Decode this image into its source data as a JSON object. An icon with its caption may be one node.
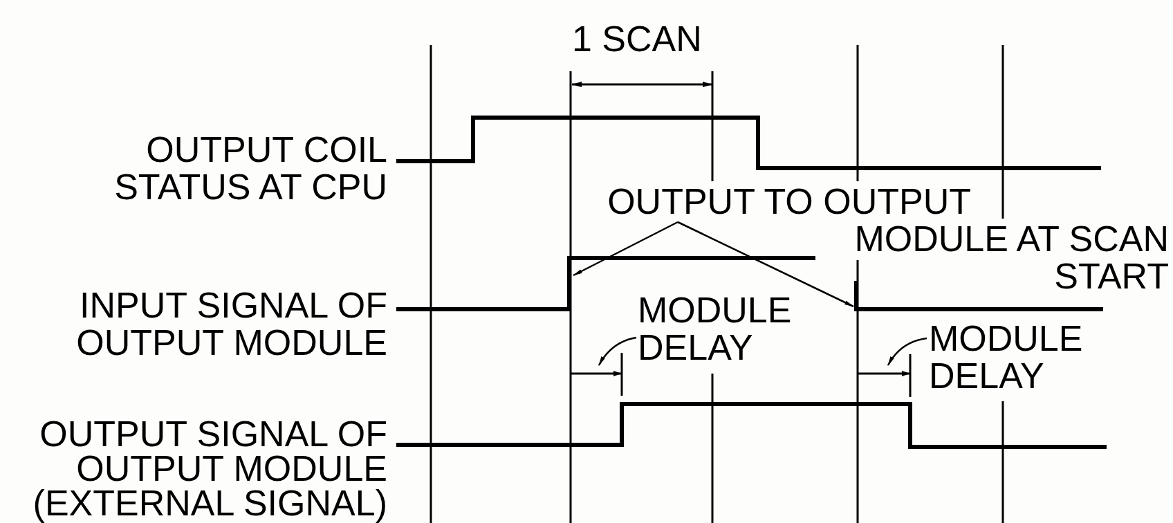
{
  "diagram": {
    "nodes": [
      {
        "text": [
          "OUTPUT TO OUTPUT MODULE AT SCAN START"
        ]
      },
      {
        "text": [
          "MODULE DELAY"
        ]
      },
      {
        "text": [
          "MODULE DELAY"
        ]
      }
    ],
    "edges": [
      {
        "from": 0,
        "to": null,
        "arrow": "to"
      },
      {
        "from": 0,
        "to": null,
        "arrow": "to"
      },
      {
        "from": 1,
        "to": null,
        "arrow": "to"
      },
      {
        "from": 2,
        "to": null,
        "arrow": "to"
      }
    ],
    "labels": [
      "1 SCAN",
      "OUTPUT COIL STATUS AT CPU",
      "INPUT SIGNAL OF OUTPUT MODULE",
      "OUTPUT SIGNAL OF OUTPUT MODULE (EXTERNAL SIGNAL)"
    ]
  }
}
